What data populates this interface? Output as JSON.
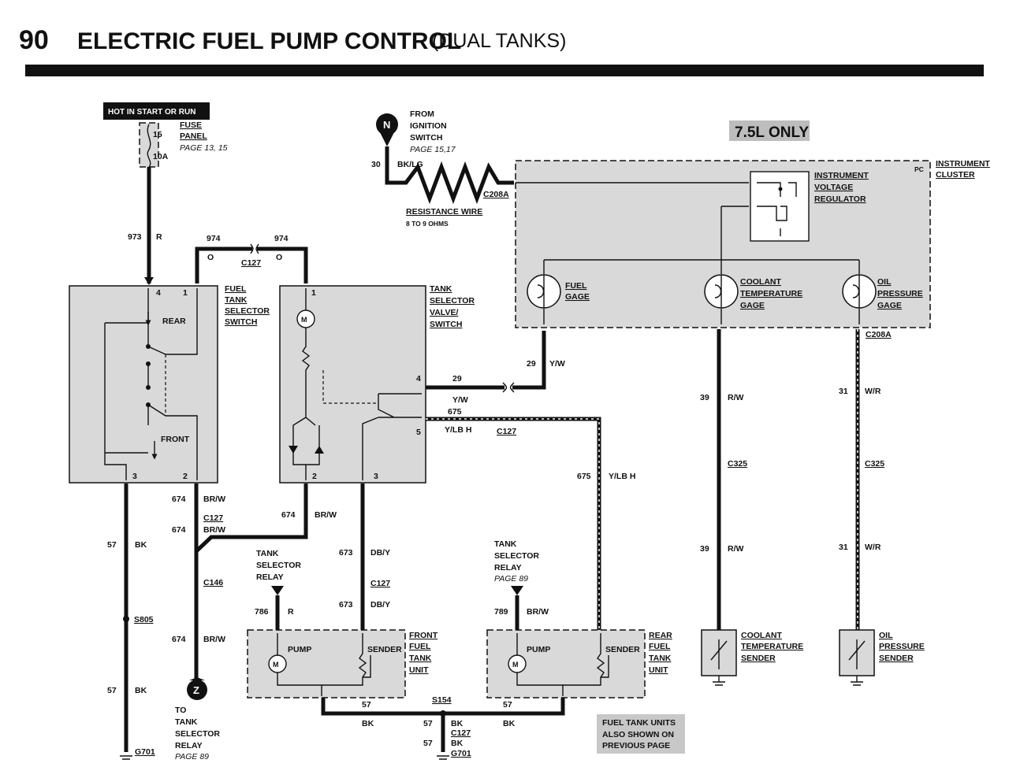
{
  "header": {
    "page_number": "90",
    "title": "ELECTRIC FUEL PUMP CONTROL",
    "subtitle": "(DUAL TANKS)"
  },
  "badges": {
    "hot_in_start_or_run": "HOT IN START OR RUN",
    "engine_note": "7.5L ONLY",
    "fuel_tank_note": [
      "FUEL TANK UNITS",
      "ALSO SHOWN ON",
      "PREVIOUS PAGE"
    ]
  },
  "fuse_panel": {
    "fuse_number": "15",
    "fuse_rating": "10A",
    "label": [
      "FUSE",
      "PANEL"
    ],
    "page_ref": "PAGE 13, 15"
  },
  "ignition": {
    "letter": "N",
    "label": [
      "FROM",
      "IGNITION",
      "SWITCH"
    ],
    "page_ref": "PAGE 15,17",
    "circuit": "30",
    "color": "BK/LG",
    "resistance_label": "RESISTANCE WIRE",
    "resistance_value": "8 TO 9 OHMS"
  },
  "components": {
    "fuel_tank_selector_switch": [
      "FUEL",
      "TANK",
      "SELECTOR",
      "SWITCH"
    ],
    "tank_selector_valve_switch": [
      "TANK",
      "SELECTOR",
      "VALVE/",
      "SWITCH"
    ],
    "instrument_cluster": [
      "INSTRUMENT",
      "CLUSTER"
    ],
    "instrument_cluster_tag": "PC",
    "voltage_regulator": [
      "INSTRUMENT",
      "VOLTAGE",
      "REGULATOR"
    ],
    "fuel_gage": [
      "FUEL",
      "GAGE"
    ],
    "coolant_gage": [
      "COOLANT",
      "TEMPERATURE",
      "GAGE"
    ],
    "oil_gage": [
      "OIL",
      "PRESSURE",
      "GAGE"
    ],
    "front_tank_unit": [
      "FRONT",
      "FUEL",
      "TANK",
      "UNIT"
    ],
    "rear_tank_unit": [
      "REAR",
      "FUEL",
      "TANK",
      "UNIT"
    ],
    "coolant_sender": [
      "COOLANT",
      "TEMPERATURE",
      "SENDER"
    ],
    "oil_sender": [
      "OIL",
      "PRESSURE",
      "SENDER"
    ],
    "pump_label": "PUMP",
    "sender_label": "SENDER",
    "switch_rear": "REAR",
    "switch_front": "FRONT"
  },
  "relays": {
    "left": [
      "TANK",
      "SELECTOR",
      "RELAY"
    ],
    "right": [
      "TANK",
      "SELECTOR",
      "RELAY"
    ],
    "right_page_ref": "PAGE 89",
    "to_relay": [
      "TO",
      "TANK",
      "SELECTOR",
      "RELAY"
    ],
    "to_relay_page_ref": "PAGE 89",
    "to_relay_letter": "Z"
  },
  "pins": {
    "p1": "1",
    "p2": "2",
    "p3": "3",
    "p4": "4",
    "p5": "5"
  },
  "connectors": {
    "c127": "C127",
    "c146": "C146",
    "c208a": "C208A",
    "c325": "C325",
    "s805": "S805",
    "s154": "S154",
    "g701": "G701"
  },
  "circuits": {
    "c973": "973",
    "r": "R",
    "c974": "974",
    "o": "O",
    "c29": "29",
    "yw": "Y/W",
    "c675": "675",
    "ylbh": "Y/LB H",
    "c674": "674",
    "brw": "BR/W",
    "c57": "57",
    "bk": "BK",
    "c673": "673",
    "dby": "DB/Y",
    "c786": "786",
    "c789": "789",
    "c39": "39",
    "rw": "R/W",
    "c31": "31",
    "wr": "W/R"
  }
}
